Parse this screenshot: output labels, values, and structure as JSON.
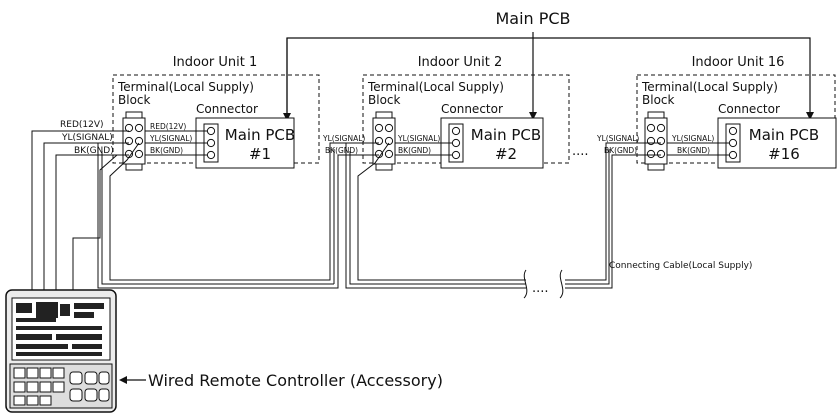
{
  "title": "Main PCB",
  "units": [
    {
      "name": "Indoor Unit 1",
      "terminal": "Terminal(Local Supply)",
      "block": "Block",
      "connector": "Connector",
      "pcb": "Main PCB",
      "num": "#1"
    },
    {
      "name": "Indoor Unit 2",
      "terminal": "Terminal(Local Supply)",
      "block": "Block",
      "connector": "Connector",
      "pcb": "Main PCB",
      "num": "#2"
    },
    {
      "name": "Indoor Unit 16",
      "terminal": "Terminal(Local Supply)",
      "block": "Block",
      "connector": "Connector",
      "pcb": "Main PCB",
      "num": "#16"
    }
  ],
  "wires": {
    "red": "RED(12V)",
    "yl": "YL(SIGNAL)",
    "bk": "BK(GND)"
  },
  "ellipsis": "....",
  "connecting_cable": "Connecting Cable(Local Supply)",
  "remote_label": "Wired Remote Controller (Accessory)"
}
